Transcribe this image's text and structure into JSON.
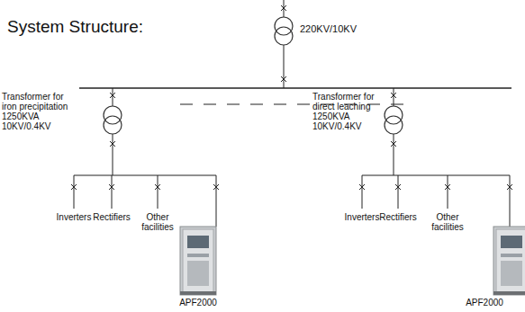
{
  "diagram": {
    "title": "System Structure:",
    "labels": [
      "220KV/10KV",
      "Transformer for iron precipitation 1250KVA 10KV/0.4KV",
      "Inverters",
      "Rectifiers",
      "Other facilities",
      "APF2000",
      "Transformer for direct leaching 1250KVA 10KV/0.4KV",
      "Inverters",
      "Rectifiers",
      "Other facilities",
      "APF2000"
    ]
  }
}
